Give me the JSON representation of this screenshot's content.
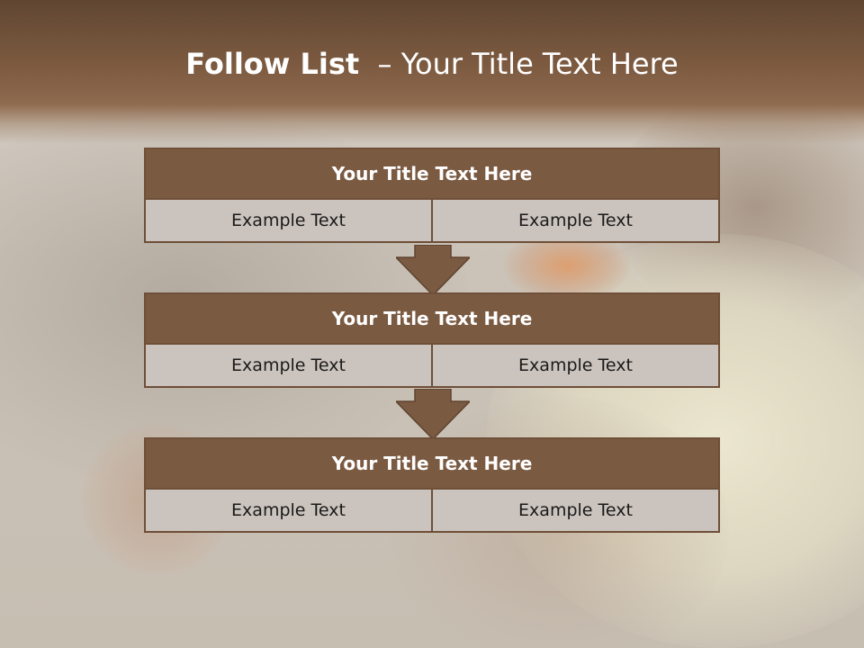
{
  "slide": {
    "title_bold": "Follow List",
    "title_rest": "  – Your Title Text Here"
  },
  "steps": [
    {
      "title": "Your Title Text Here",
      "left": "Example Text",
      "right": "Example Text"
    },
    {
      "title": "Your Title Text Here",
      "left": "Example Text",
      "right": "Example Text"
    },
    {
      "title": "Your Title Text Here",
      "left": "Example Text",
      "right": "Example Text"
    }
  ],
  "colors": {
    "header": "#7b5a42",
    "cell": "#cbc3bd",
    "border": "#6e4f38"
  },
  "icons": [
    "down-arrow-icon",
    "down-arrow-icon"
  ]
}
